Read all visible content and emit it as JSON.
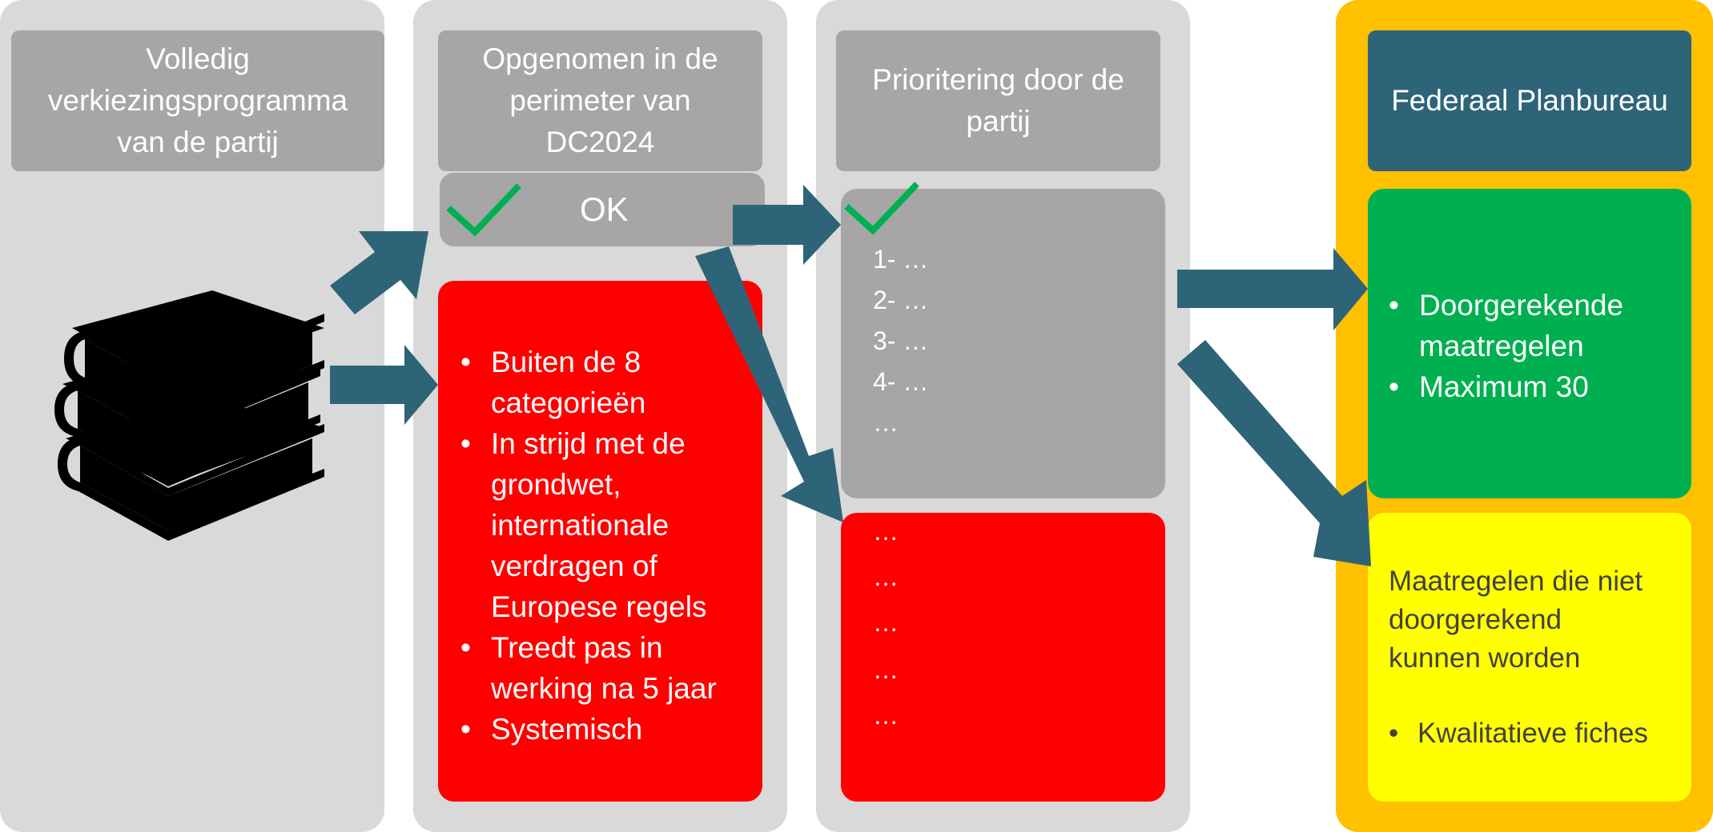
{
  "columns": [
    {
      "title_lines": [
        "Volledig",
        "verkiezingsprogramma",
        "van de partij"
      ],
      "icon": "books-icon"
    },
    {
      "title_lines": [
        "Opgenomen in de",
        "perimeter van",
        "DC2024"
      ]
    },
    {
      "title_lines": [
        "Prioritering door de",
        "partij"
      ]
    },
    {
      "title_lines": [
        "Federaal Planbureau"
      ]
    }
  ],
  "perimeter": {
    "ok_label": "OK",
    "excluded": [
      "Buiten de 8 categorieën",
      "In strijd met de grondwet, internationale verdragen of Europese regels",
      "Treedt pas in werking na 5 jaar",
      "Systemisch"
    ]
  },
  "prioritization": {
    "priority_items": [
      "1- …",
      "2- …",
      "3- …",
      "4- …",
      "…"
    ],
    "rejected_items": [
      "…",
      "…",
      "…",
      "…",
      "…"
    ]
  },
  "planbureau": {
    "computed": [
      "Doorgerekende maatregelen",
      "Maximum 30"
    ],
    "not_computed_title": "Maatregelen die niet doorgerekend kunnen worden",
    "not_computed_items": [
      "Kwalitatieve fiches"
    ]
  },
  "colors": {
    "lane": "#d9d9d9",
    "header": "#a6a6a6",
    "arrow": "#2e6478",
    "check": "#00b050",
    "red": "#ff0000",
    "green": "#00b050",
    "yellow": "#ffff00",
    "fpb_lane": "#ffc000",
    "fpb_header": "#2e6478"
  }
}
